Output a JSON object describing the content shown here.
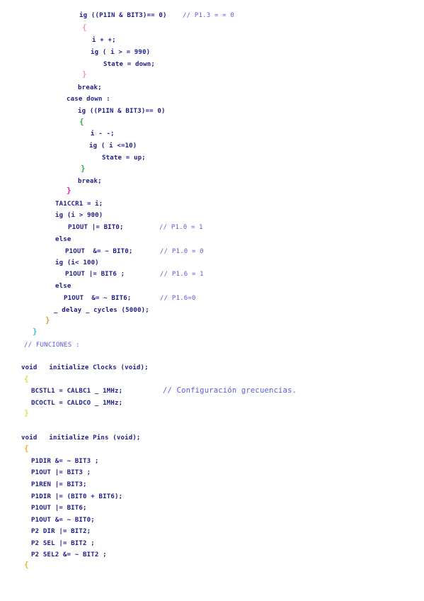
{
  "lines": {
    "l1": "ig ((P1IN & BIT3)== 0)",
    "c1": "// P1.3 = = 0",
    "b1": "{",
    "l2": "i + +;",
    "l3": "ig ( i > = 990)",
    "l4": "State = down;",
    "b2": "}",
    "l5": "break;",
    "l6": "case down :",
    "l7": "ig ((P1IN & BIT3)== 0)",
    "b3": "{",
    "l8": "i - -;",
    "l9": "ig ( i <=10)",
    "l10": "State = up;",
    "b4": "}",
    "l11": "break;",
    "b5": "}",
    "l12": "TA1CCR1 = i;",
    "l13": "ig (i > 900)",
    "l14": "P1OUT |= BIT0;",
    "c2": "// P1.0 = 1",
    "l15": "else",
    "l16": "P1OUT  &= ~ BIT0;",
    "c3": "// P1.0 = 0",
    "l17": "ig (i< 100)",
    "l18": "P1OUT |= BIT6 ;",
    "c4": "// P1.6 = 1",
    "l19": "else",
    "l20": "P1OUT  &= ~ BIT6;",
    "c5": "// P1.6=0",
    "l21": "_ delay _ cycles (5000);",
    "b6": "}",
    "b7": "}",
    "c6": "// FUNCIONES :",
    "l22": "void   initialize Clocks (void);",
    "b8": "{",
    "l23": "BCSTL1 = CALBC1 _ 1MHz;",
    "c7": "// Configuración grecuencias.",
    "l24": "DCOCTL = CALDCO _ 1MHz;",
    "b9": "}",
    "l25": "void   initialize Pins (void);",
    "b10": "{",
    "l26": "P1DIR &= ~ BIT3 ;",
    "l27": "P1OUT |= BIT3 ;",
    "l28": "P1REN |= BIT3;",
    "l29": "P1DIR |= (BIT0 + BIT6);",
    "l30": "P1OUT |= BIT6;",
    "l31": "P1OUT &= ~ BIT0;",
    "l32": "P2 DIR |= BIT2;",
    "l33": "P2 SEL |= BIT2 ;",
    "l34": "P2 SEL2 &= ~ BIT2 ;",
    "b11": "{"
  }
}
